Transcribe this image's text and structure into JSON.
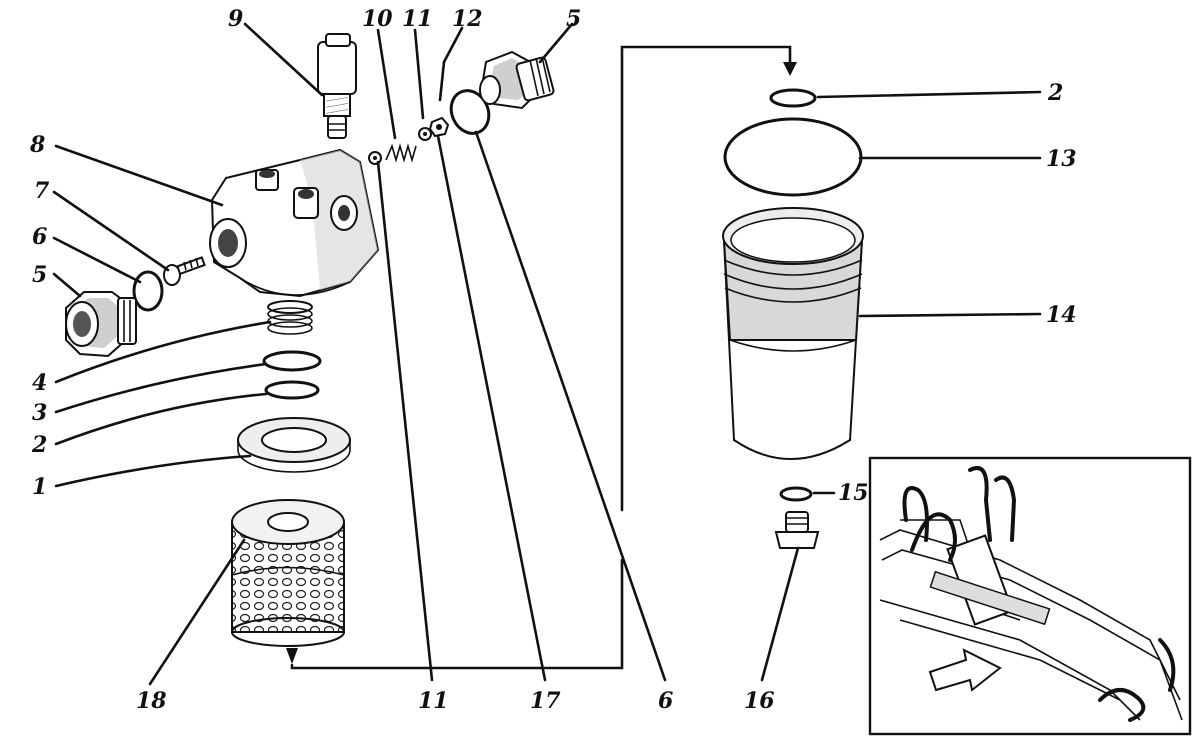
{
  "callouts": [
    {
      "id": "c9",
      "text": "9"
    },
    {
      "id": "c10",
      "text": "10"
    },
    {
      "id": "c11top",
      "text": "11"
    },
    {
      "id": "c12",
      "text": "12"
    },
    {
      "id": "c5top",
      "text": "5"
    },
    {
      "id": "c8",
      "text": "8"
    },
    {
      "id": "c7",
      "text": "7"
    },
    {
      "id": "c6left",
      "text": "6"
    },
    {
      "id": "c5left",
      "text": "5"
    },
    {
      "id": "c4",
      "text": "4"
    },
    {
      "id": "c3",
      "text": "3"
    },
    {
      "id": "c2left",
      "text": "2"
    },
    {
      "id": "c1",
      "text": "1"
    },
    {
      "id": "c18",
      "text": "18"
    },
    {
      "id": "c11bottom",
      "text": "11"
    },
    {
      "id": "c17",
      "text": "17"
    },
    {
      "id": "c6bottom",
      "text": "6"
    },
    {
      "id": "c16",
      "text": "16"
    },
    {
      "id": "c2right",
      "text": "2"
    },
    {
      "id": "c13",
      "text": "13"
    },
    {
      "id": "c14",
      "text": "14"
    },
    {
      "id": "c15",
      "text": "15"
    }
  ]
}
